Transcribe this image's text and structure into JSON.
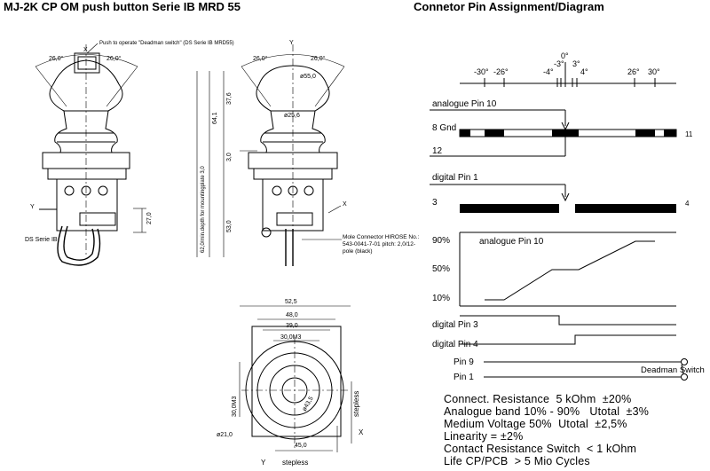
{
  "titles": {
    "left": "MJ-2K CP OM push button Serie IB MRD 55",
    "right": "Connetor Pin Assignment/Diagram"
  },
  "mech": {
    "push_note": "Push to operate \"Deadman switch\" (DS Serie IB MRD55)",
    "axis_x": "X",
    "axis_y": "Y",
    "angle_26": "26,0°",
    "dia_55": "ø55,0",
    "dia_25": "ø25,6",
    "dim_37": "37,6",
    "dim_64": "64,1",
    "dim_30": "3,0",
    "dim_27": "27,0",
    "dim_53": "53,0",
    "dim_62": "62,0/min.depth for mountingplate 3,0",
    "ds_label": "DS Serie IB",
    "molex": "Mole Connector HIROSE No.: 543-0041-7-01 pitch: 2,0/12-pole (black)",
    "dim_525": "52,5",
    "dim_48": "48,0",
    "dim_39": "39,0",
    "dim_30m": "30,0M3",
    "dim_30v": "30,0M3",
    "dim_45": "45,0",
    "dim_dia43": "ø43,5",
    "dim_dia21": "ø21,0",
    "stepless": "stepless"
  },
  "scale": {
    "top0": "0°",
    "labels": [
      "-30°",
      "-26°",
      "-4°",
      "-3°",
      "3°",
      "4°",
      "26°",
      "30°"
    ]
  },
  "pins": {
    "analogue10": "analogue Pin 10",
    "gnd": "8 Gnd",
    "p11": "11",
    "p12": "12",
    "digital1": "digital Pin 1",
    "p3": "3",
    "p4": "4",
    "pct90": "90%",
    "pct50": "50%",
    "pct10": "10%",
    "analogue10b": "analogue Pin 10",
    "digital3": "digital Pin 3",
    "digital4": "digital Pin 4",
    "pin9": "Pin 9",
    "pin1": "Pin 1",
    "deadman": "Deadman Switch"
  },
  "specs": [
    "Connect. Resistance  5 kOhm  ±20%",
    "Analogue band 10% - 90%   Utotal  ±3%",
    "Medium Voltage 50%  Utotal  ±2,5%",
    "Linearity = ±2%",
    "Contact Resistance Switch  < 1 kOhm",
    "Life CP/PCB  > 5 Mio Cycles"
  ]
}
